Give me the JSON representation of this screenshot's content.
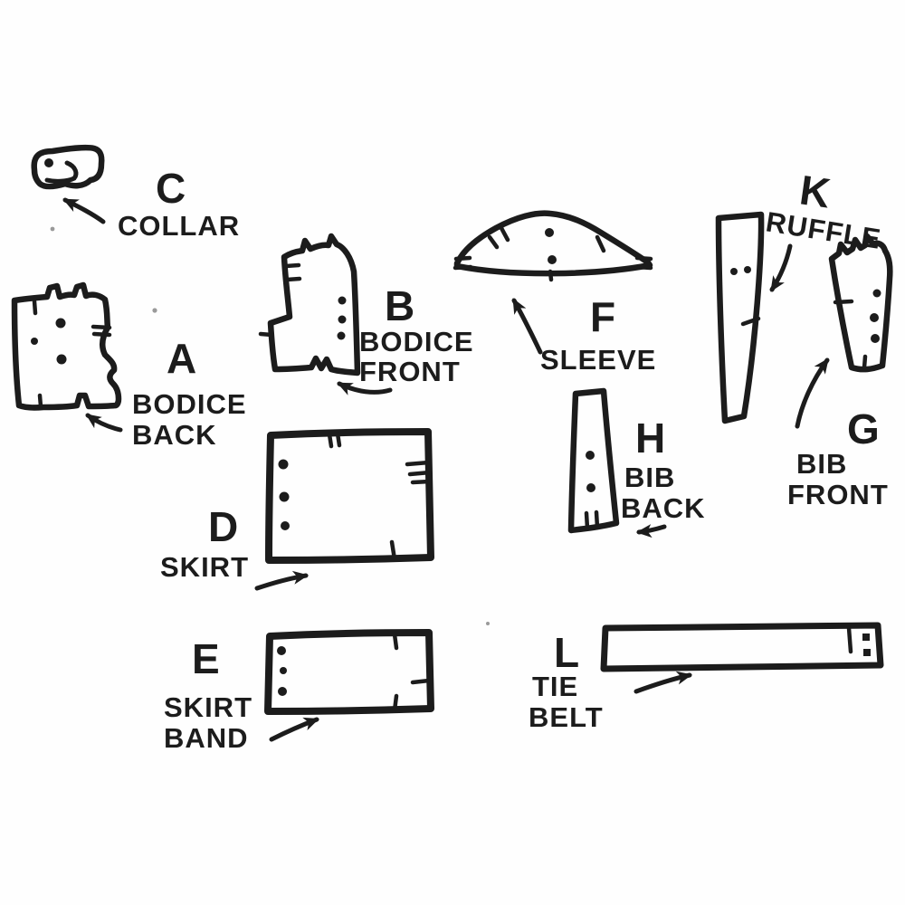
{
  "diagram": {
    "kind": "sewing-pattern-piece-layout",
    "paper_color": "#fefefe",
    "ink_color": "#1c1c1c"
  },
  "pieces": [
    {
      "letter": "C",
      "name_lines": [
        "COLLAR"
      ]
    },
    {
      "letter": "A",
      "name_lines": [
        "BODICE",
        "BACK"
      ]
    },
    {
      "letter": "B",
      "name_lines": [
        "BODICE",
        "FRONT"
      ]
    },
    {
      "letter": "F",
      "name_lines": [
        "SLEEVE"
      ]
    },
    {
      "letter": "K",
      "name_lines": [
        "RUFFLE"
      ]
    },
    {
      "letter": "G",
      "name_lines": [
        "BIB",
        "FRONT"
      ]
    },
    {
      "letter": "H",
      "name_lines": [
        "BIB",
        "BACK"
      ]
    },
    {
      "letter": "D",
      "name_lines": [
        "SKIRT"
      ]
    },
    {
      "letter": "E",
      "name_lines": [
        "SKIRT",
        "BAND"
      ]
    },
    {
      "letter": "L",
      "name_lines": [
        "TIE",
        "BELT"
      ]
    }
  ]
}
